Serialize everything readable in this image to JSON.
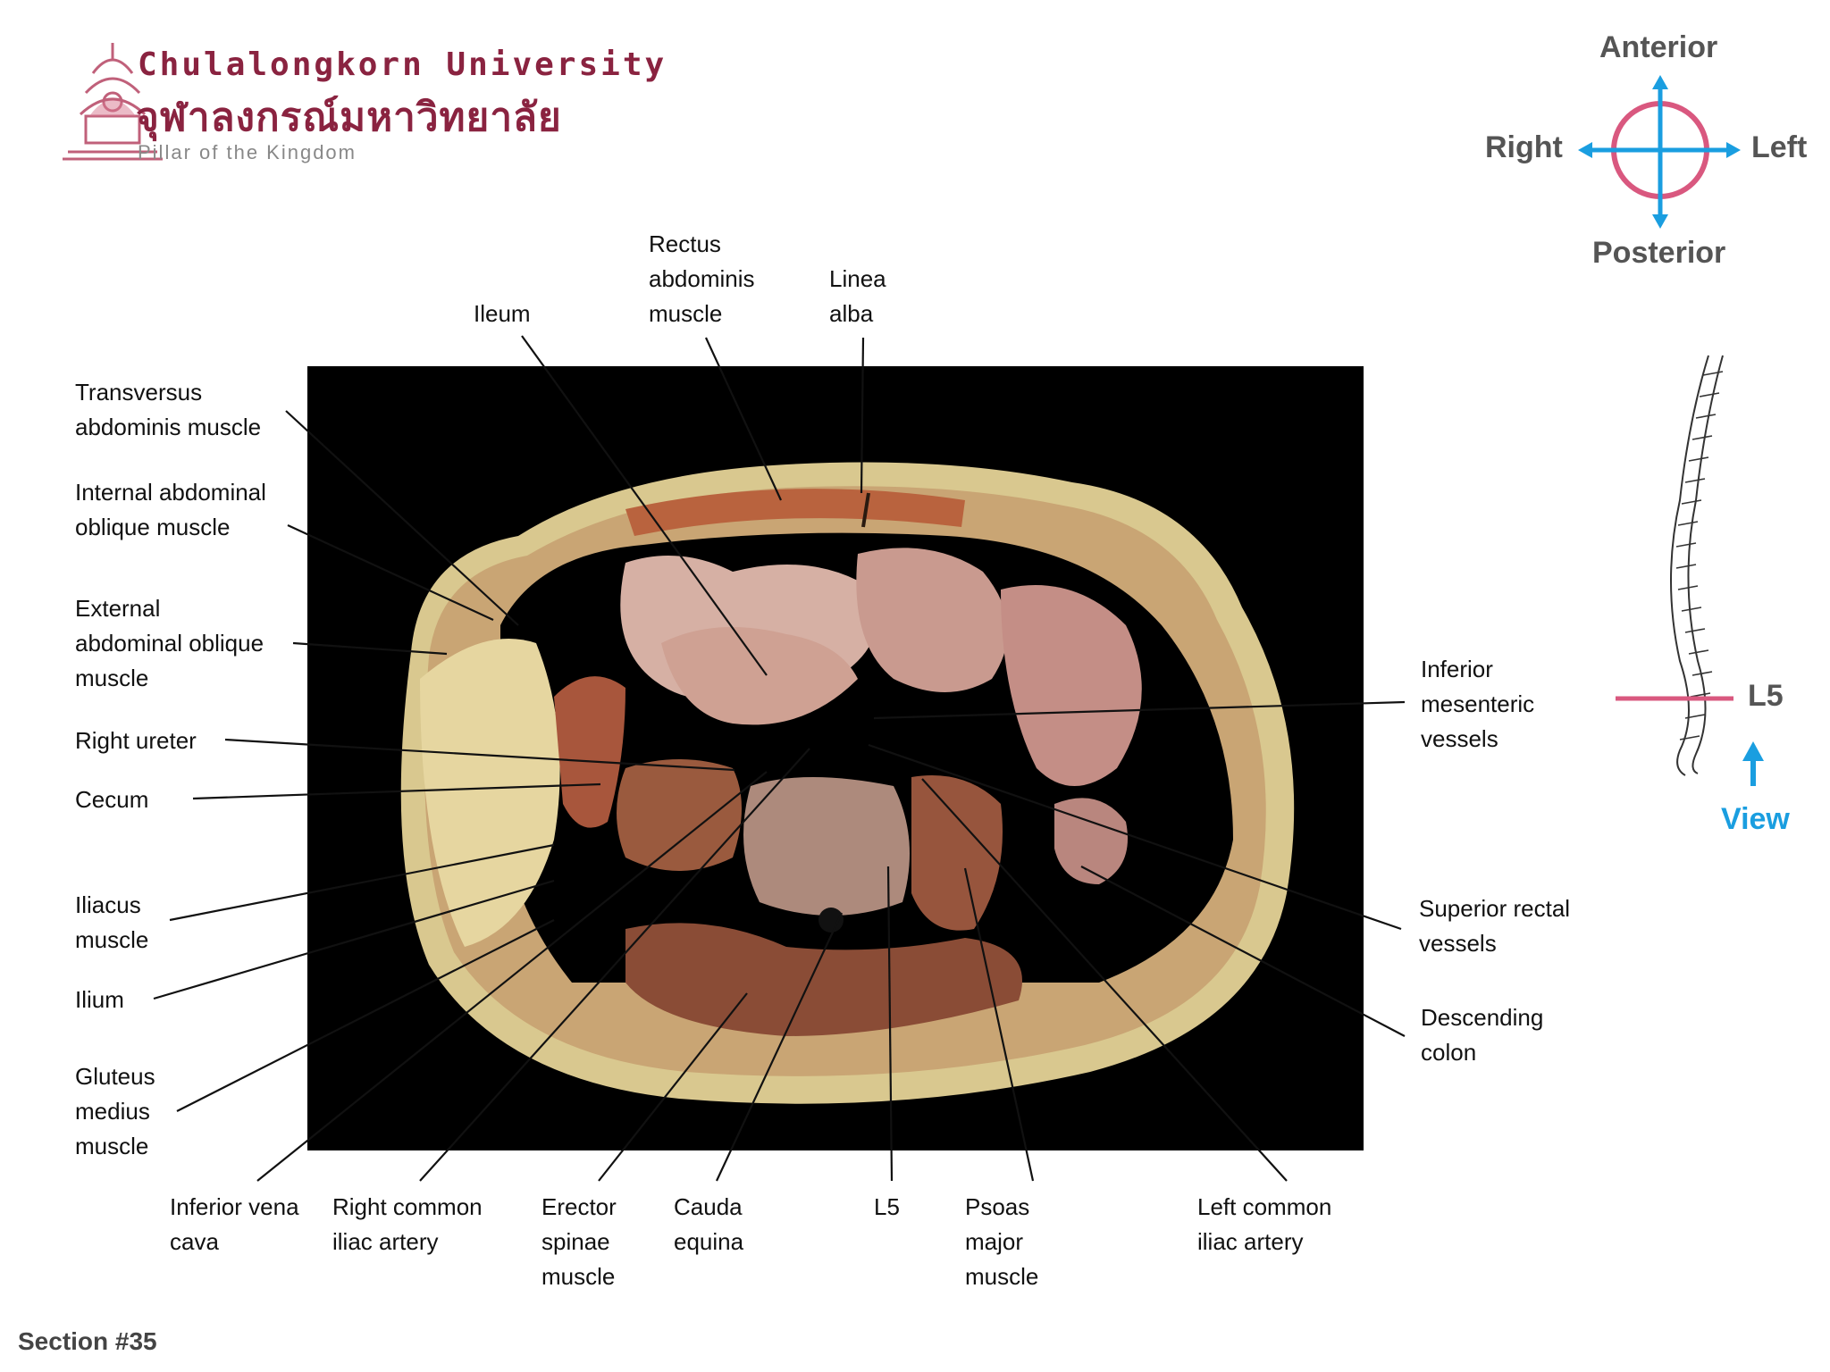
{
  "logo": {
    "name_en": "Chulalongkorn University",
    "name_th": "จุฬาลงกรณ์มหาวิทยาลัย",
    "tagline": "Pillar of the Kingdom"
  },
  "orientation": {
    "anterior": "Anterior",
    "posterior": "Posterior",
    "right": "Right",
    "left": "Left"
  },
  "spine_marker": {
    "level": "L5",
    "view": "View"
  },
  "section": "Section #35",
  "labels": {
    "ileum": [
      "Ileum"
    ],
    "rectus": [
      "Rectus",
      "abdominis",
      "muscle"
    ],
    "linea": [
      "Linea",
      "alba"
    ],
    "transversus": [
      "Transversus",
      "abdominis muscle"
    ],
    "internal_oblique": [
      "Internal abdominal",
      "oblique muscle"
    ],
    "external_oblique": [
      "External",
      "abdominal oblique",
      "muscle"
    ],
    "right_ureter": [
      "Right ureter"
    ],
    "cecum": [
      "Cecum"
    ],
    "iliacus": [
      "Iliacus",
      "muscle"
    ],
    "ilium": [
      "Ilium"
    ],
    "gluteus": [
      "Gluteus",
      "medius",
      "muscle"
    ],
    "ivc": [
      "Inferior vena",
      "cava"
    ],
    "right_iliac": [
      "Right common",
      "iliac artery"
    ],
    "erector": [
      "Erector",
      "spinae",
      "muscle"
    ],
    "cauda": [
      "Cauda",
      "equina"
    ],
    "l5": [
      "L5"
    ],
    "psoas": [
      "Psoas",
      "major",
      "muscle"
    ],
    "left_iliac": [
      "Left common",
      "iliac artery"
    ],
    "inferior_mesenteric": [
      "Inferior",
      "mesenteric",
      "vessels"
    ],
    "superior_rectal": [
      "Superior rectal",
      "vessels"
    ],
    "descending_colon": [
      "Descending",
      "colon"
    ]
  },
  "colors": {
    "brand": "#8a2340",
    "accent_blue": "#1a9ee0",
    "marker_pink": "#d9587f",
    "specimen_bg": "#000000"
  }
}
